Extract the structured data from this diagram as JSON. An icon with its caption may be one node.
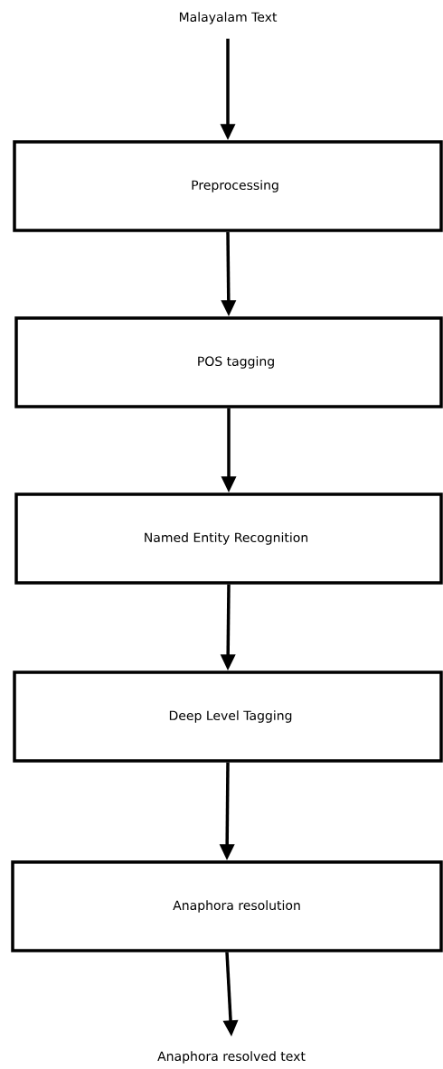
{
  "diagram": {
    "nodes": [
      {
        "text": [
          "Malayalam Text"
        ]
      },
      {
        "text": [
          "Preprocessing"
        ]
      },
      {
        "text": [
          "POS tagging"
        ]
      },
      {
        "text": [
          "Named Entity Recognition"
        ]
      },
      {
        "text": [
          "Deep Level Tagging"
        ]
      },
      {
        "text": [
          "Anaphora resolution"
        ]
      },
      {
        "text": [
          "Anaphora resolved text"
        ]
      }
    ],
    "edges": [
      {
        "from": 0,
        "to": 1,
        "arrow": "to"
      },
      {
        "from": 1,
        "to": 2,
        "arrow": "to"
      },
      {
        "from": 2,
        "to": 3,
        "arrow": "to"
      },
      {
        "from": 3,
        "to": 4,
        "arrow": "to"
      },
      {
        "from": 4,
        "to": 5,
        "arrow": "to"
      },
      {
        "from": 5,
        "to": 6,
        "arrow": "to"
      }
    ]
  }
}
